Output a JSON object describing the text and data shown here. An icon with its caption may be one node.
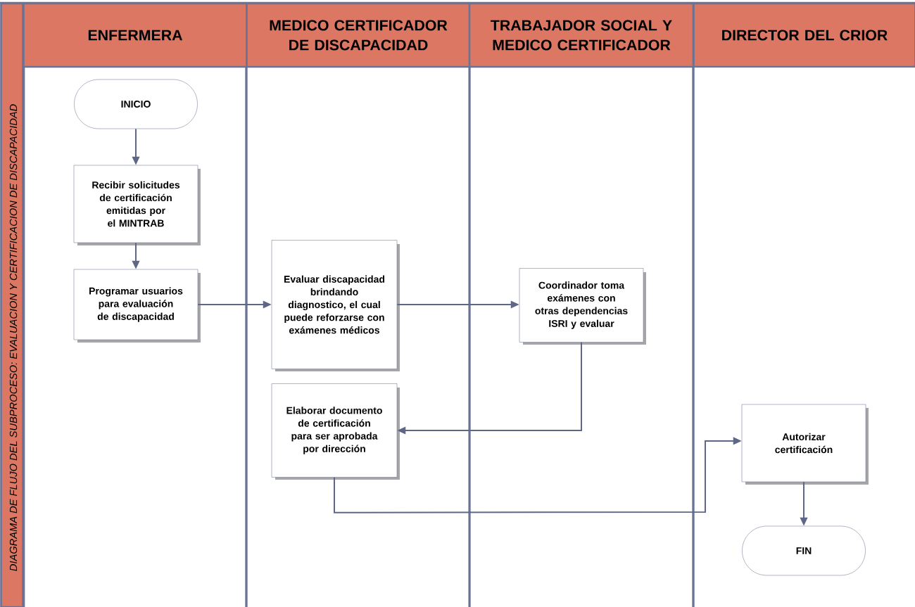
{
  "diagram": {
    "title": "DIAGRAMA DE FLUJO DEL SUBPROCESO: EVALUACION Y CERTIFICACION DE DISCAPACIDAD",
    "nodes": [
      {
        "text": [
          "ENFERMERA"
        ]
      },
      {
        "text": [
          "MEDICO CERTIFICADOR DE DISCAPACIDAD"
        ]
      },
      {
        "text": [
          "TRABAJADOR SOCIAL Y MEDICO CERTIFICADOR"
        ]
      },
      {
        "text": [
          "DIRECTOR DEL CRIOR"
        ]
      },
      {
        "text": [
          "INICIO"
        ]
      },
      {
        "text": [
          "Recibir solicitudes de certificación emitidas por el MINTRAB"
        ]
      },
      {
        "text": [
          "Programar usuarios para evaluación de discapacidad"
        ]
      },
      {
        "text": [
          "Evaluar discapacidad brindando diagnostico, el cual puede reforzarse con exámenes médicos"
        ]
      },
      {
        "text": [
          "Coordinador toma exámenes con otras dependencias ISRI y evaluar"
        ]
      },
      {
        "text": [
          "Elaborar documento de certificación para ser aprobada por dirección"
        ]
      },
      {
        "text": [
          "Autorizar certificación"
        ]
      },
      {
        "text": [
          "FIN"
        ]
      }
    ],
    "edges": [
      {
        "from": 4,
        "to": 5,
        "arrow": "to"
      },
      {
        "from": 5,
        "to": 6,
        "arrow": "to"
      },
      {
        "from": 6,
        "to": 7,
        "arrow": "to"
      },
      {
        "from": 7,
        "to": 8,
        "arrow": "to"
      },
      {
        "from": 8,
        "to": 9,
        "arrow": "to"
      },
      {
        "from": 9,
        "to": 10,
        "arrow": "to"
      },
      {
        "from": 10,
        "to": 11,
        "arrow": "to"
      }
    ]
  }
}
